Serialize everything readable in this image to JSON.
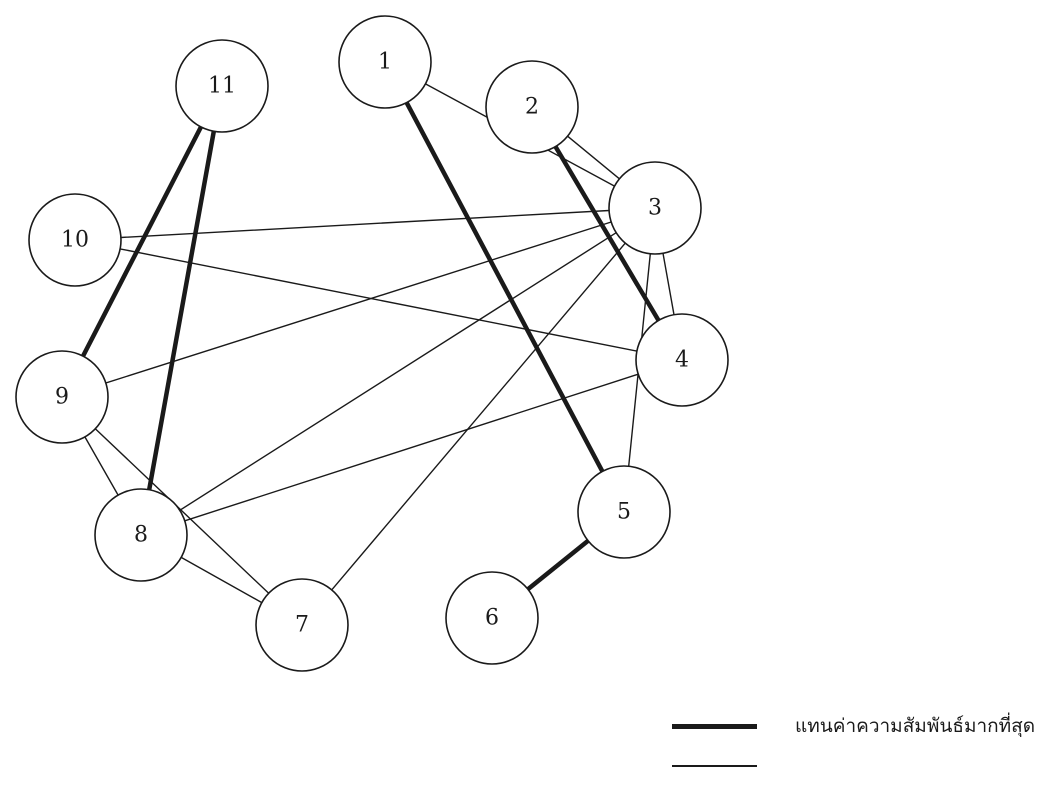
{
  "diagram": {
    "nodes": [
      {
        "id": "1",
        "label": "1"
      },
      {
        "id": "2",
        "label": "2"
      },
      {
        "id": "3",
        "label": "3"
      },
      {
        "id": "4",
        "label": "4"
      },
      {
        "id": "5",
        "label": "5"
      },
      {
        "id": "6",
        "label": "6"
      },
      {
        "id": "7",
        "label": "7"
      },
      {
        "id": "8",
        "label": "8"
      },
      {
        "id": "9",
        "label": "9"
      },
      {
        "id": "10",
        "label": "10"
      },
      {
        "id": "11",
        "label": "11"
      }
    ],
    "edges": [
      {
        "from": "1",
        "to": "5",
        "strength": "strong"
      },
      {
        "from": "2",
        "to": "4",
        "strength": "strong"
      },
      {
        "from": "11",
        "to": "9",
        "strength": "strong"
      },
      {
        "from": "11",
        "to": "8",
        "strength": "strong"
      },
      {
        "from": "5",
        "to": "6",
        "strength": "strong"
      },
      {
        "from": "1",
        "to": "3",
        "strength": "normal"
      },
      {
        "from": "2",
        "to": "3",
        "strength": "normal"
      },
      {
        "from": "3",
        "to": "4",
        "strength": "normal"
      },
      {
        "from": "10",
        "to": "3",
        "strength": "normal"
      },
      {
        "from": "10",
        "to": "4",
        "strength": "normal"
      },
      {
        "from": "9",
        "to": "3",
        "strength": "normal"
      },
      {
        "from": "8",
        "to": "3",
        "strength": "normal"
      },
      {
        "from": "8",
        "to": "4",
        "strength": "normal"
      },
      {
        "from": "7",
        "to": "3",
        "strength": "normal"
      },
      {
        "from": "5",
        "to": "3",
        "strength": "normal"
      },
      {
        "from": "9",
        "to": "8",
        "strength": "normal"
      },
      {
        "from": "9",
        "to": "7",
        "strength": "normal"
      },
      {
        "from": "8",
        "to": "7",
        "strength": "normal"
      }
    ]
  },
  "legend": {
    "strong_label": "แทนค่าความสัมพันธ์มากที่สุด"
  },
  "colors": {
    "line": "#1a1a1a",
    "node_fill": "#ffffff"
  }
}
